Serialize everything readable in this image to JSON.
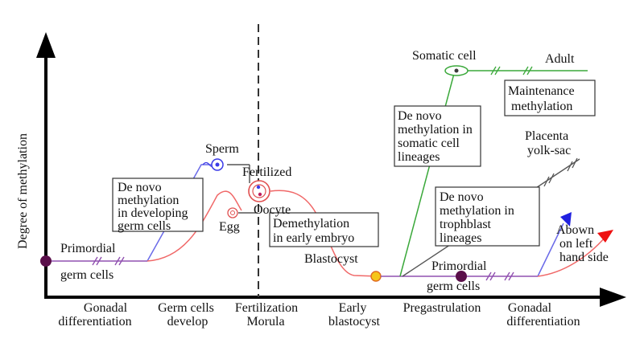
{
  "axes": {
    "y_label": "Degree of methylation"
  },
  "x_stages": [
    [
      "Gonadal",
      "differentiation"
    ],
    [
      "Germ cells",
      "develop"
    ],
    [
      "Fertilization",
      "Morula"
    ],
    [
      "Early",
      "blastocyst"
    ],
    [
      "Pregastrulation"
    ],
    [
      "Gonadal",
      "differentiation"
    ]
  ],
  "labels": {
    "primordial_left": [
      "Primordial",
      "germ cells"
    ],
    "sperm": "Sperm",
    "egg": "Egg",
    "fertilized": "Fertilized",
    "oocyte": "Oocyte",
    "blastocyst": "Blastocyst",
    "somatic_cell": "Somatic cell",
    "adult": "Adult",
    "placenta": [
      "Placenta",
      "yolk-sac"
    ],
    "primordial_right": [
      "Primordial",
      "germ cells"
    ],
    "above_left": [
      "Abown",
      "on left",
      "hand side"
    ]
  },
  "boxes": {
    "de_novo_germ": [
      "De novo",
      "methylation",
      "in developing",
      "germ cells"
    ],
    "demethylation": [
      "Demethylation",
      "in early embryo"
    ],
    "de_novo_somatic": [
      "De novo",
      "methylation in",
      "somatic cell",
      "lineages"
    ],
    "maintenance": [
      "Maintenance",
      "methylation"
    ],
    "de_novo_troph": [
      "De novo",
      "methylation in",
      "trophblast",
      "lineages"
    ]
  },
  "colors": {
    "male_line": "#6a6ae8",
    "female_line": "#f06868",
    "somatic_line": "#3aa83a",
    "troph_line": "#555555",
    "germ_line": "#9050b0",
    "axis": "#000000"
  }
}
